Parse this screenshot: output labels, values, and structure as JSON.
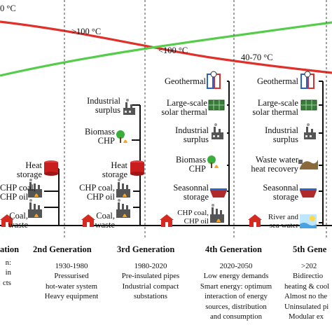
{
  "temps": {
    "gen1": "0 °C",
    "gen2": ">100 °C",
    "gen3": "<100 °C",
    "gen4": "40-70 °C"
  },
  "sources": {
    "geothermal": "Geothermal",
    "large_scale_solar_1": "Large-scale",
    "large_scale_solar_2": "solar thermal",
    "industrial_surplus_1": "Industrial",
    "industrial_surplus_2": "surplus",
    "biomass_chp_1": "Biomass",
    "biomass_chp_2": "CHP",
    "heat_storage_1": "Heat",
    "heat_storage_2": "storage",
    "chp_coal_oil_1": "CHP coal,",
    "chp_coal_oil_2": "CHP oil",
    "coal_waste_1": "Coal,",
    "coal_waste_2": "waste",
    "seasonal_storage_1": "Seasonnal",
    "seasonal_storage_2": "storage",
    "waste_water_1": "Waste water",
    "waste_water_2": "heat recovery",
    "river_sea_1": "River and",
    "river_sea_2": "sea water"
  },
  "generations": [
    {
      "title": "ation",
      "years": "",
      "lines": [
        "n:",
        "in",
        "cts"
      ]
    },
    {
      "title": "2nd Generation",
      "years": "1930-1980",
      "lines": [
        "Pressurised",
        "hot-water system",
        "Heavy equipment"
      ]
    },
    {
      "title": "3rd Generation",
      "years": "1980-2020",
      "lines": [
        "Pre-insulated pipes",
        "Industrial compact",
        "substations"
      ]
    },
    {
      "title": "4th Generation",
      "years": "2020-2050",
      "lines": [
        "Low energy demands",
        "Smart energy: optimum",
        "interaction of energy",
        "sources, distribution",
        "and consumption"
      ]
    },
    {
      "title": "5th Gene",
      "years": ">202",
      "lines": [
        "Bidirectio",
        "heating & cool",
        "Almost no the",
        "Uninsulated pi",
        "Modular ex"
      ]
    }
  ],
  "colors": {
    "temperature_curve": "#e0302a",
    "cooling_curve": "#55cc4a",
    "house": "#d42a22",
    "heat_storage_tank": "#c81e1e",
    "seasonal_storage_tank": "#b02a2a",
    "flame": "#f5a623",
    "geothermal_pipe": "#2a62c8"
  }
}
